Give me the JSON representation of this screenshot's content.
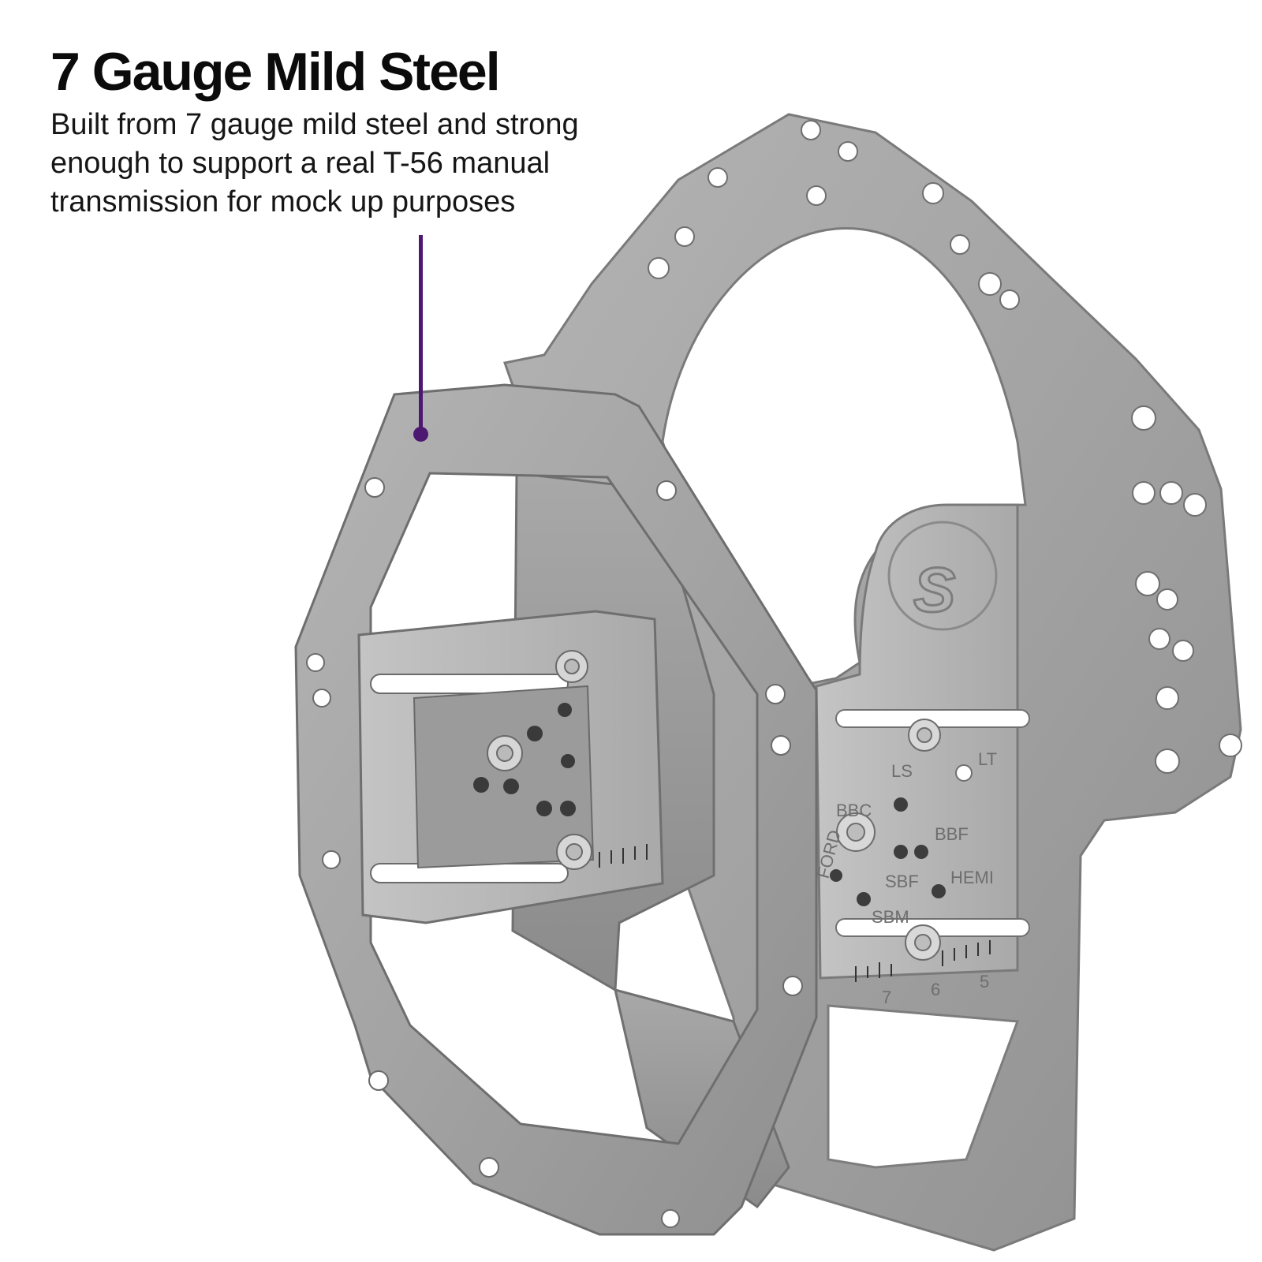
{
  "headline": "7 Gauge Mild Steel",
  "description_lines": [
    "Built from 7 gauge mild steel and strong",
    "enough to support a real T-56 manual",
    "transmission for mock up purposes"
  ],
  "callout": {
    "color": "#4d1871"
  },
  "product_image": {
    "stamped_labels": {
      "ls": "LS",
      "lt": "LT",
      "bbc": "BBC",
      "bbf": "BBF",
      "sbf": "SBF",
      "hemi": "HEMI",
      "sbm": "SBM",
      "ford": "FORD",
      "scale_7": "7",
      "scale_6": "6",
      "scale_5": "5"
    }
  }
}
